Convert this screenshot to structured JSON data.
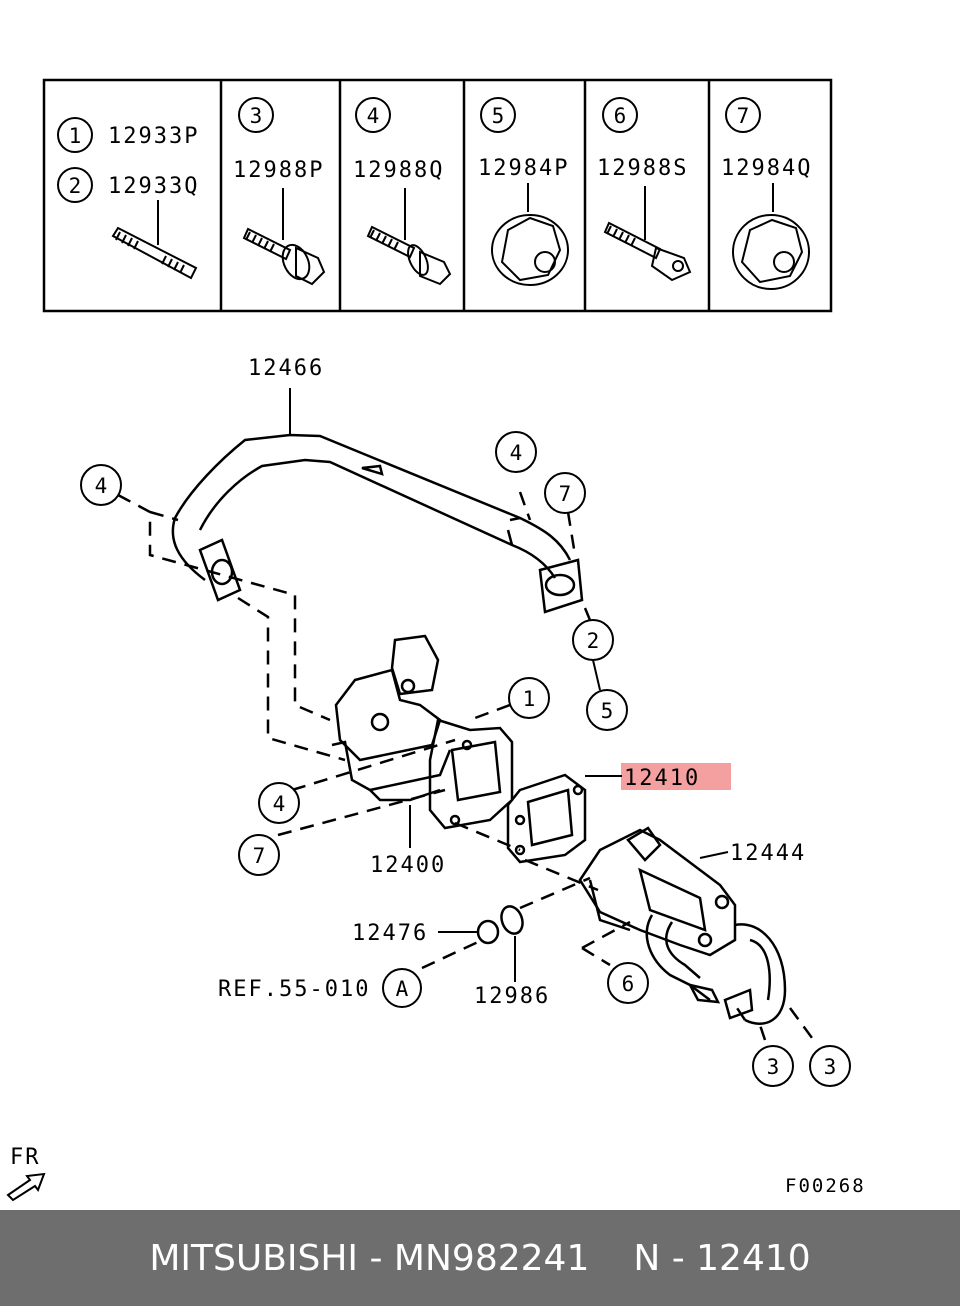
{
  "legend": [
    {
      "num": "1",
      "part": "12933P"
    },
    {
      "num": "2",
      "part": "12933Q"
    },
    {
      "num": "3",
      "part": "12988P"
    },
    {
      "num": "4",
      "part": "12988Q"
    },
    {
      "num": "5",
      "part": "12984P"
    },
    {
      "num": "6",
      "part": "12988S"
    },
    {
      "num": "7",
      "part": "12984Q"
    }
  ],
  "callouts": {
    "pipe": "12466",
    "gasket": "12410",
    "valve": "12400",
    "cooler": "12444",
    "plug": "12476",
    "oring": "12986",
    "ref": "REF.55-010",
    "ref_letter": "A",
    "c4a": "4",
    "c4b": "4",
    "c4c": "4",
    "c7a": "7",
    "c7b": "7",
    "c2": "2",
    "c5": "5",
    "c1": "1",
    "c6": "6",
    "c3a": "3",
    "c3b": "3"
  },
  "direction": "FR",
  "figure_code": "F00268",
  "highlight_color": "#f4a0a0",
  "footer": {
    "brand_part": "MITSUBISHI - MN982241",
    "ref": "N - 12410"
  }
}
